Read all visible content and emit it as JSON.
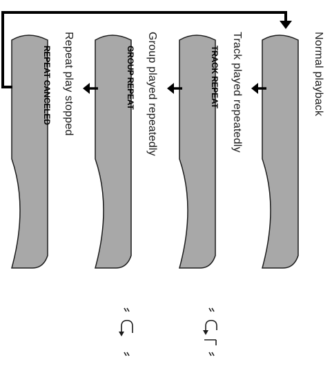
{
  "steps": [
    {
      "description": "Normal playback",
      "mode_label": ""
    },
    {
      "description": "Track played repeatedly",
      "mode_label": "TRACK REPEAT"
    },
    {
      "description": "Group played repeatedly",
      "mode_label": "GROUP REPEAT"
    },
    {
      "description": "Repeat play stopped",
      "mode_label": "REPEAT CANCELED"
    }
  ],
  "colors": {
    "panel_fill": "#a8a8a8",
    "panel_stroke": "#1a1a1a",
    "arrow": "#000000",
    "background": "#ffffff"
  },
  "icons": {
    "track_repeat": "repeat-one-icon",
    "group_repeat": "repeat-icon",
    "flow_arrow": "arrow-left-icon",
    "loop_back": "loop-back-arrow-icon"
  }
}
